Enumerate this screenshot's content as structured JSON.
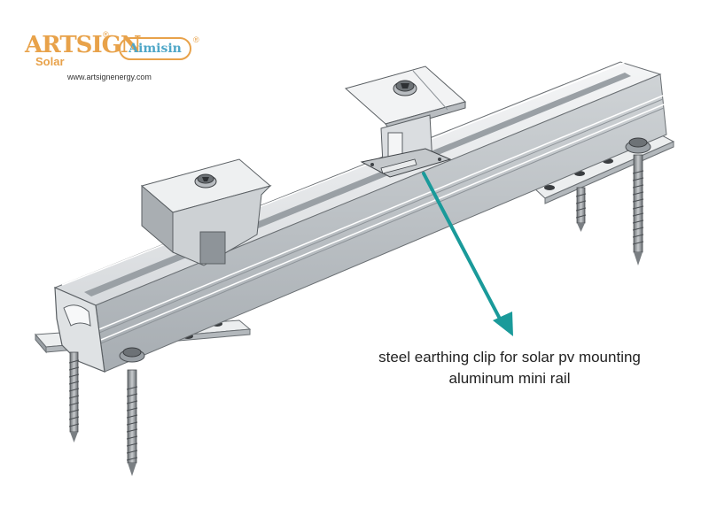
{
  "logos": {
    "artsign_text": "ARTSIGN",
    "artsign_subtext": "Solar",
    "registered_mark": "®",
    "aimisin_text": "Aimisin",
    "website": "www.artsignenergy.com",
    "brand_color": "#e8a24a",
    "aimisin_color": "#4fa7c8"
  },
  "caption": {
    "line1": "steel earthing clip for solar pv mounting",
    "line2": "aluminum mini rail"
  },
  "colors": {
    "arrow": "#1a9a9a",
    "metal_light": "#e8eaec",
    "metal_mid": "#c9cdd1",
    "metal_dark": "#8e9499",
    "outline": "#555a5e"
  },
  "illustration": {
    "rail": "aluminum-mini-rail",
    "clip": "steel-earthing-clip",
    "clamps": [
      "mid-clamp",
      "end-clamp"
    ],
    "screws": "lag-screws"
  }
}
